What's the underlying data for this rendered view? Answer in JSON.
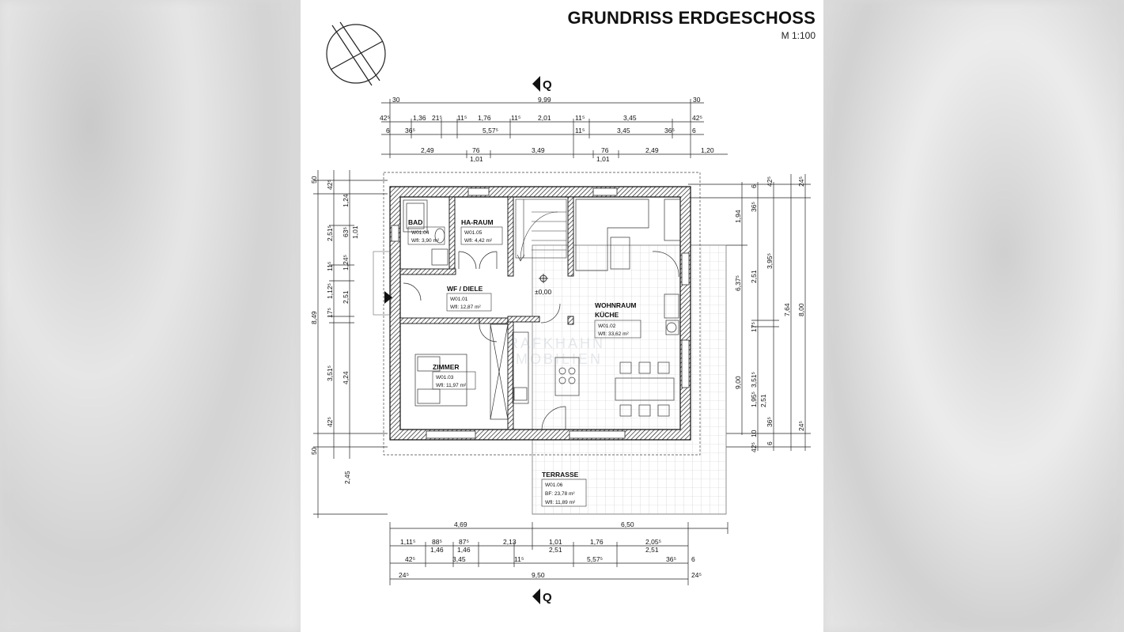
{
  "drawing": {
    "title": "GRUNDRISS ERDGESCHOSS",
    "scale": "M 1:100",
    "section_marker": "Q",
    "level": "±0,00",
    "watermark_1": "RAFKHAHN",
    "watermark_2": "MOBILIEN"
  },
  "rooms": {
    "bad": {
      "name": "BAD",
      "id": "W01.04",
      "area": "Wfl: 3,90 m²"
    },
    "ha_raum": {
      "name": "HA-RAUM",
      "id": "W01.05",
      "area": "Wfl: 4,42 m²"
    },
    "wf_diele": {
      "name": "WF / DIELE",
      "id": "W01.01",
      "area": "Wfl: 12,87 m²"
    },
    "wohnraum": {
      "name": "WOHNRAUM",
      "name2": "KÜCHE",
      "id": "W01.02",
      "area": "Wfl: 33,62 m²"
    },
    "zimmer": {
      "name": "ZIMMER",
      "id": "W01.03",
      "area": "Wfl: 11,97 m²"
    },
    "terrasse": {
      "name": "TERRASSE",
      "id": "W01.06",
      "bf": "BF: 23,78 m²",
      "area": "Wfl: 11,89 m²"
    }
  },
  "dims": {
    "top1": [
      "30",
      "9,99",
      "30"
    ],
    "top2": [
      "42⁵",
      "1,36",
      "21⁵",
      "11⁵",
      "1,76",
      "11⁵",
      "2,01",
      "11⁵",
      "3,45",
      "42⁵"
    ],
    "top3": [
      "6",
      "36⁵",
      "5,57⁵",
      "11⁵",
      "3,45",
      "36⁵",
      "6"
    ],
    "top4": [
      "2,49",
      "76",
      "1,01",
      "3,49",
      "76",
      "1,01",
      "2,49",
      "1,20"
    ],
    "bottom1": [
      "4,69",
      "6,50"
    ],
    "bottom2": [
      "1,11⁵",
      "88⁵",
      "1,46",
      "87⁵",
      "1,46",
      "2,13",
      "1,01",
      "2,51",
      "1,76",
      "2,05⁵",
      "2,51"
    ],
    "bottom3": [
      "42⁵",
      "3,45",
      "11⁵",
      "5,57⁵",
      "36⁵",
      "6"
    ],
    "bottom4": [
      "24⁵",
      "9,50",
      "24⁵"
    ],
    "left_outer": [
      "50",
      "8,49",
      "50",
      "2,45"
    ],
    "left_mid": [
      "42⁵",
      "2,51⁵",
      "11⁵",
      "1,12⁵",
      "17⁵",
      "3,51⁵",
      "42⁵"
    ],
    "left_inner": [
      "1,24",
      "63⁵",
      "1,01",
      "1,24⁵",
      "2,51",
      "4,24"
    ],
    "right_inner": [
      "1,94",
      "6,37⁵",
      "9,00"
    ],
    "right_mid": [
      "6",
      "36⁵",
      "2,51",
      "17⁵",
      "3,51⁵",
      "1,95⁵",
      "2,51",
      "36⁵",
      "10",
      "42⁵"
    ],
    "right_outer": [
      "42⁵",
      "3,95⁵",
      "7,64",
      "6"
    ],
    "right_far": [
      "24⁵",
      "8,00",
      "24⁵"
    ]
  }
}
